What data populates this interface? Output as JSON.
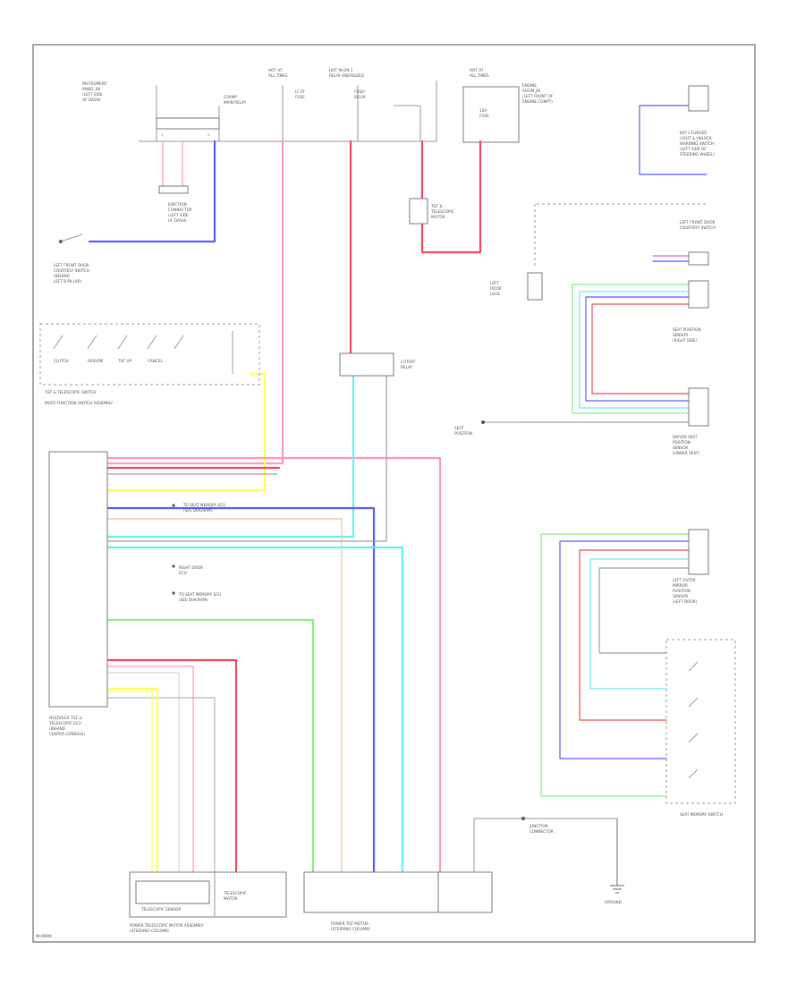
{
  "colors": {
    "pink": "#ff9ab4",
    "red": "#f04a5a",
    "blue": "#5a5aff",
    "lightblue": "#8a8aff",
    "yellow": "#ffff55",
    "cyan": "#66f0f0",
    "green": "#88ee88",
    "tan": "#e8c89a",
    "magenta": "#e060e0",
    "gray": "#a0a0a0",
    "frame": "#8a8a8a"
  },
  "wire_codes": {
    "pnk": "PNK",
    "red": "RED",
    "blu": "BLU",
    "yel": "YEL",
    "ltblu": "LT BLU",
    "grn": "GRN",
    "tan": "TAN",
    "wht": "WHT",
    "gry": "GRY",
    "brn": "BRN",
    "vio": "VIO",
    "blk": "BLK"
  },
  "icons": [
    "ground-icon",
    "switch-icon",
    "connector-icon"
  ],
  "footer_code": "W-0000"
}
